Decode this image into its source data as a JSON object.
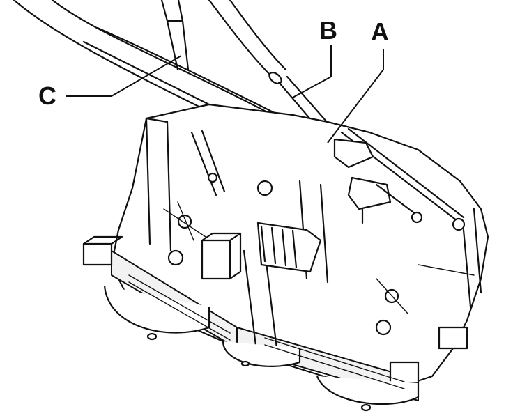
{
  "diagram": {
    "callouts": [
      {
        "id": "A",
        "label": "A"
      },
      {
        "id": "B",
        "label": "B"
      },
      {
        "id": "C",
        "label": "C"
      }
    ],
    "colors": {
      "line": "#111111",
      "background": "#ffffff"
    }
  }
}
